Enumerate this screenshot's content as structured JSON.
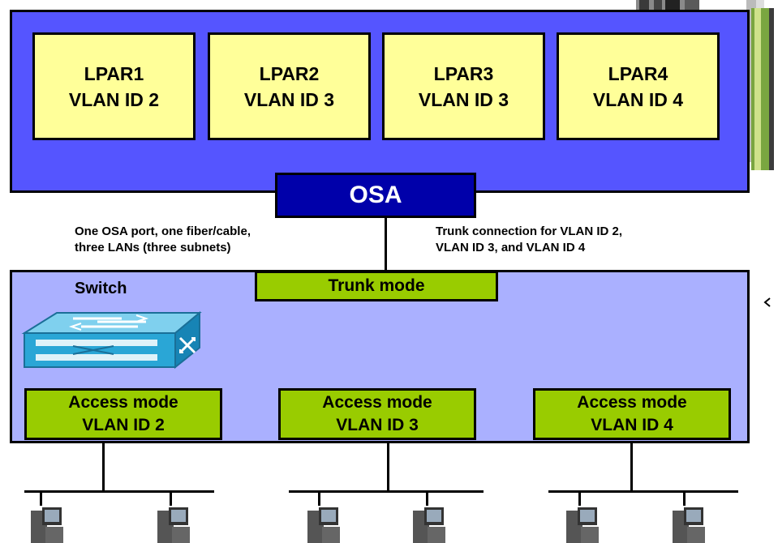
{
  "host": {
    "lpars": [
      {
        "name": "LPAR1",
        "vlan": "VLAN ID 2"
      },
      {
        "name": "LPAR2",
        "vlan": "VLAN ID 3"
      },
      {
        "name": "LPAR3",
        "vlan": "VLAN ID 3"
      },
      {
        "name": "LPAR4",
        "vlan": "VLAN ID 4"
      }
    ]
  },
  "osa": {
    "label": "OSA"
  },
  "notes": {
    "left": [
      "One OSA port, one fiber/cable,",
      "three LANs (three subnets)"
    ],
    "right": [
      "Trunk connection for VLAN ID 2,",
      "VLAN ID 3, and VLAN ID 4"
    ]
  },
  "switch": {
    "label": "Switch",
    "trunk_label": "Trunk mode",
    "access_ports": [
      {
        "mode": "Access mode",
        "vlan": "VLAN ID 2"
      },
      {
        "mode": "Access mode",
        "vlan": "VLAN ID 3"
      },
      {
        "mode": "Access mode",
        "vlan": "VLAN ID 4"
      }
    ]
  },
  "colors": {
    "host_bg": "#5555ff",
    "lpar_bg": "#ffff99",
    "osa_bg": "#0000aa",
    "switch_bg": "#aab0ff",
    "mode_bg": "#99cc00"
  }
}
